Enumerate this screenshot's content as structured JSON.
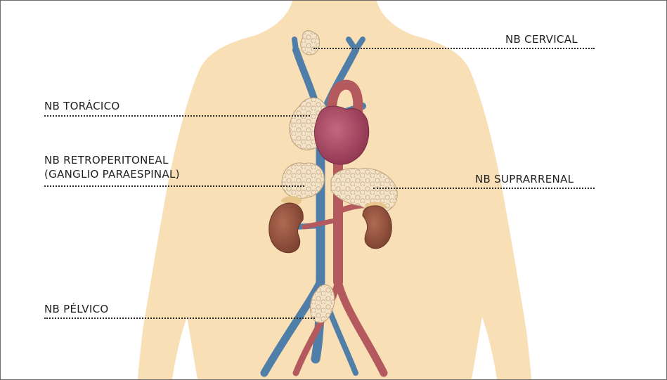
{
  "labels": {
    "cervical": "NB CERVICAL",
    "toracico": "NB TORÁCICO",
    "retro_line1": "NB RETROPERITONEAL",
    "retro_line2": "(GANGLIO PARAESPINAL)",
    "suprarrenal": "NB SUPRARRENAL",
    "pelvico": "NB PÉLVICO"
  },
  "colors": {
    "body_skin": "#f8dfb5",
    "artery": "#b45a5e",
    "vein": "#4f7fa8",
    "heart": "#a9485f",
    "kidney": "#9e5a46",
    "tumor": "#f1dfc4",
    "adrenal": "#e8c58a"
  }
}
